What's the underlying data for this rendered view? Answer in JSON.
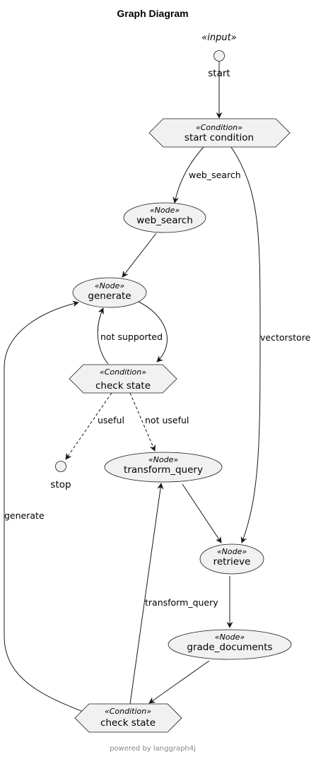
{
  "title": "Graph Diagram",
  "footer": "powered by langgraph4j",
  "nodes": {
    "start": {
      "stereotype": "«input»",
      "label": "start"
    },
    "start_condition": {
      "stereotype": "«Condition»",
      "label": "start condition"
    },
    "web_search": {
      "stereotype": "«Node»",
      "label": "web_search"
    },
    "generate": {
      "stereotype": "«Node»",
      "label": "generate"
    },
    "check_state_1": {
      "stereotype": "«Condition»",
      "label": "check state"
    },
    "stop": {
      "label": "stop"
    },
    "transform_query": {
      "stereotype": "«Node»",
      "label": "transform_query"
    },
    "retrieve": {
      "stereotype": "«Node»",
      "label": "retrieve"
    },
    "grade_documents": {
      "stereotype": "«Node»",
      "label": "grade_documents"
    },
    "check_state_2": {
      "stereotype": "«Condition»",
      "label": "check state"
    }
  },
  "edges": {
    "web_search": "web_search",
    "vectorstore": "vectorstore",
    "not_supported": "not supported",
    "useful": "useful",
    "not_useful": "not useful",
    "generate": "generate",
    "transform_query": "transform_query"
  }
}
